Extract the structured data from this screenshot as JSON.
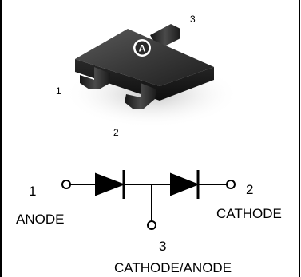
{
  "package": {
    "pin_labels": {
      "pin1": "1",
      "pin2": "2",
      "pin3": "3"
    },
    "logo_letter": "A"
  },
  "schematic": {
    "pin1_number": "1",
    "pin1_name": "ANODE",
    "pin2_number": "2",
    "pin2_name": "CATHODE",
    "pin3_number": "3",
    "pin3_name": "CATHODE/ANODE"
  },
  "colors": {
    "body_top": "#3a3a3a",
    "body_side": "#1c1c1c",
    "lead": "#2a2a2a",
    "line": "#000000"
  }
}
